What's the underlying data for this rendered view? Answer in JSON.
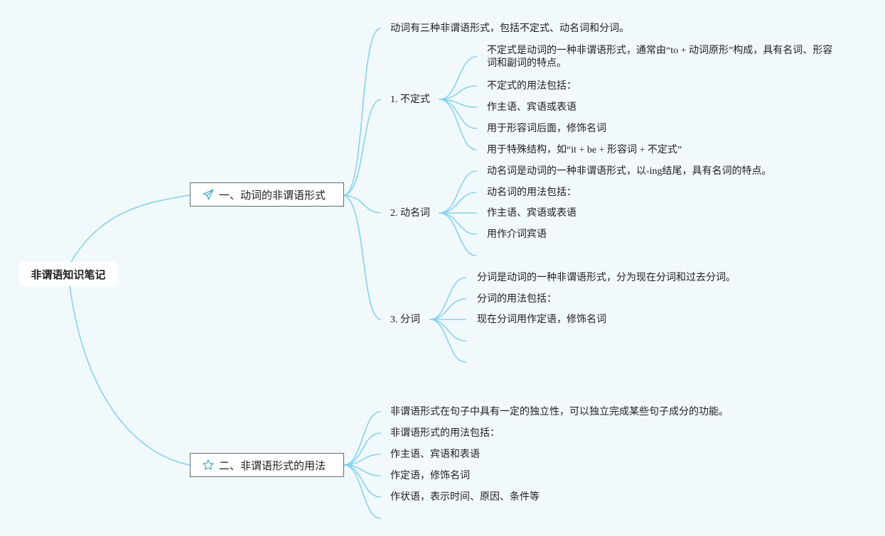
{
  "root": {
    "label": "非谓语知识笔记"
  },
  "topics": [
    {
      "label": "一、动词的非谓语形式",
      "icon": "paper-plane-icon",
      "intro": "动词有三种非谓语形式，包括不定式、动名词和分词。",
      "subtopics": [
        {
          "label": "1. 不定式",
          "items": [
            "不定式是动词的一种非谓语形式，通常由“to + 动词原形”构成，具有名词、形容词和副词的特点。",
            "不定式的用法包括：",
            "作主语、宾语或表语",
            "用于形容词后面，修饰名词",
            "用于特殊结构，如“it + be + 形容词 + 不定式”"
          ]
        },
        {
          "label": "2. 动名词",
          "items": [
            "动名词是动词的一种非谓语形式，以-ing结尾，具有名词的特点。",
            "动名词的用法包括：",
            "作主语、宾语或表语",
            "用作介词宾语"
          ]
        },
        {
          "label": "3. 分词",
          "items": [
            "分词是动词的一种非谓语形式，分为现在分词和过去分词。",
            "分词的用法包括：",
            "现在分词用作定语，修饰名词"
          ]
        }
      ]
    },
    {
      "label": "二、非谓语形式的用法",
      "icon": "star-outline-icon",
      "items": [
        "非谓语形式在句子中具有一定的独立性，可以独立完成某些句子成分的功能。",
        "非谓语形式的用法包括：",
        "作主语、宾语和表语",
        "作定语，修饰名词",
        "作状语，表示时间、原因、条件等"
      ]
    }
  ],
  "colors": {
    "link": "#86d3ec",
    "background": "#f2f9fc",
    "icon": "#3aa6c4",
    "node_border": "#5b6f70"
  }
}
